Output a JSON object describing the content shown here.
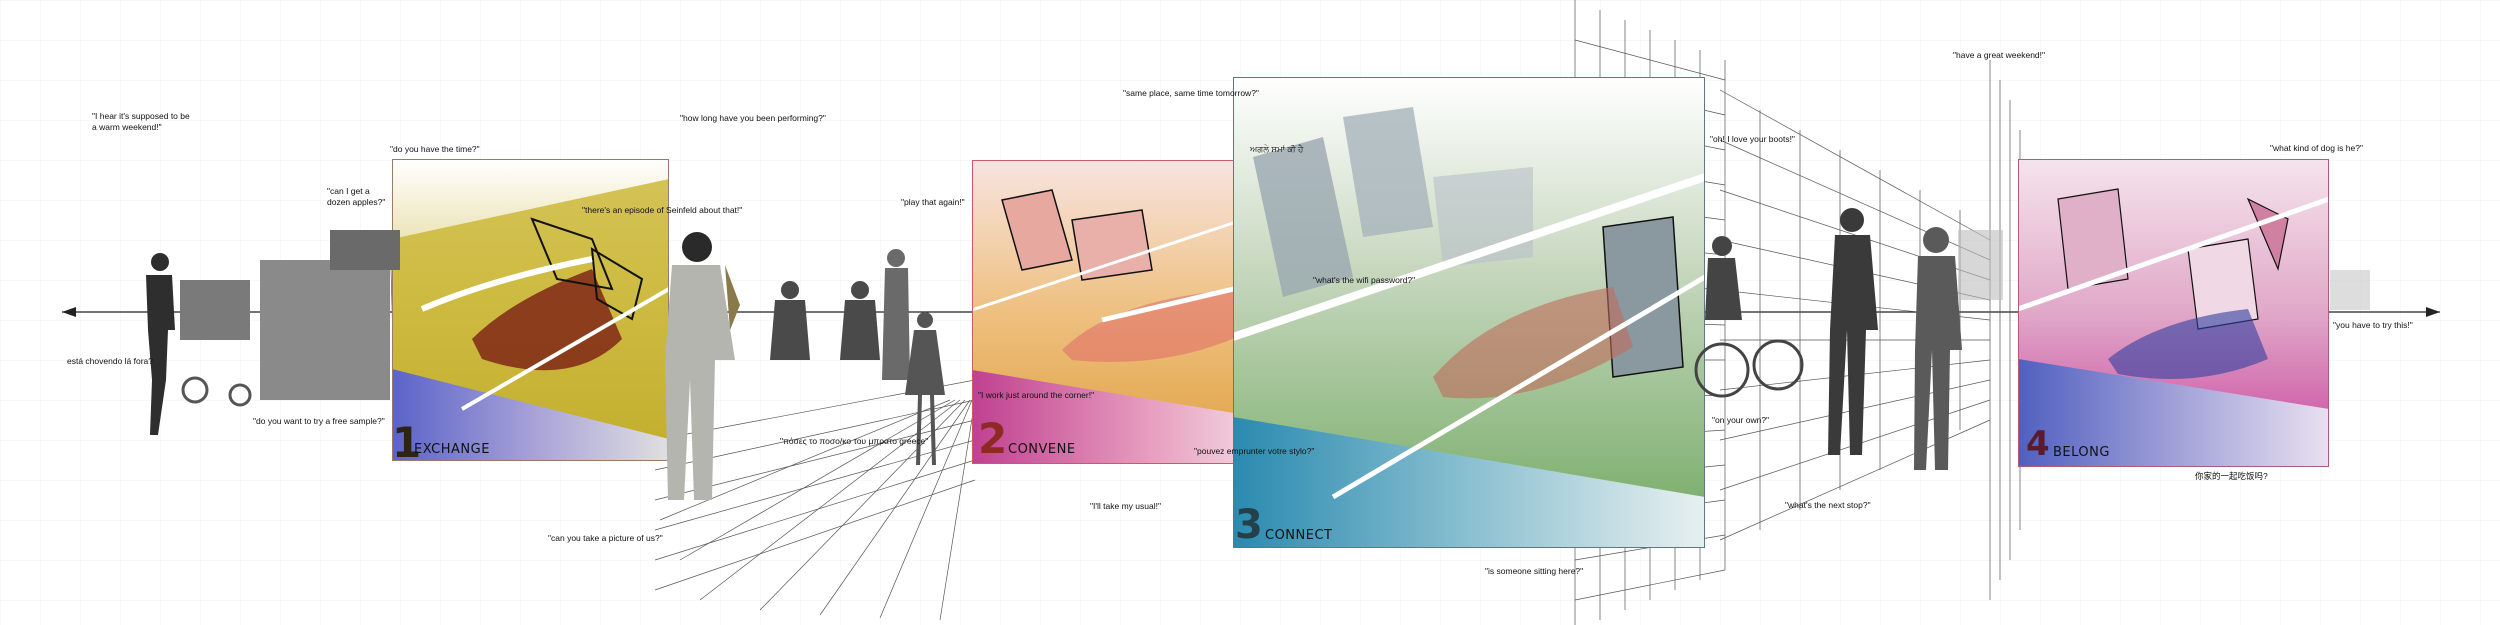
{
  "stages": [
    {
      "number": "1",
      "label": "EXCHANGE",
      "color": "#2d2416"
    },
    {
      "number": "2",
      "label": "CONVENE",
      "color": "#8e2a24"
    },
    {
      "number": "3",
      "label": "CONNECT",
      "color": "#24404a"
    },
    {
      "number": "4",
      "label": "BELONG",
      "color": "#5a1c2c"
    }
  ],
  "quotes": {
    "warm_weekend": "\"I hear it's supposed to be a warm weekend!\"",
    "do_you_have_time": "\"do you have the time?\"",
    "dozen_apples": "\"can I get a dozen apples?\"",
    "how_long": "\"how long have you been performing?\"",
    "seinfeld": "\"there's an episode of Seinfeld about that!\"",
    "play_again": "\"play that again!\"",
    "esta_chovendo": "está chovendo lá fora?",
    "free_sample": "\"do you want to try a free sample?\"",
    "greek": "\"πόσες το ποσο/κο του μπρατο greece\"",
    "picture": "\"can you take a picture of us?\"",
    "same_place": "\"same place, same time tomorrow?\"",
    "punjabi": "ਅਗਲੇ ਸਮਾਂ ਕੀ ਹੈ",
    "around_corner": "\"I work just around the corner!\"",
    "french": "\"pouvez emprunter votre stylo?\"",
    "usual": "\"I'll take my usual!\"",
    "wifi": "\"what's the wifi password?\"",
    "someone_sitting": "\"is someone sitting here?\"",
    "great_weekend": "\"have a great weekend!\"",
    "love_boots": "\"oh! I love your boots!\"",
    "on_your_own": "\"on your own?\"",
    "next_stop": "\"what's the next stop?\"",
    "kind_of_dog": "\"what kind of dog is he?\"",
    "try_this": "\"you have to try this!\"",
    "korean": "你家的一起吃饭吗?"
  },
  "colors": {
    "exchange_fill": "#c9b530",
    "convene_fill": "#e3b050",
    "connect_fill": "#7fb56a",
    "belong_fill": "#d66aa8",
    "exchange_frame": "#9a7a6a",
    "convene_frame": "#c85a6a",
    "connect_frame": "#5a7a80",
    "belong_frame": "#b05a78"
  }
}
